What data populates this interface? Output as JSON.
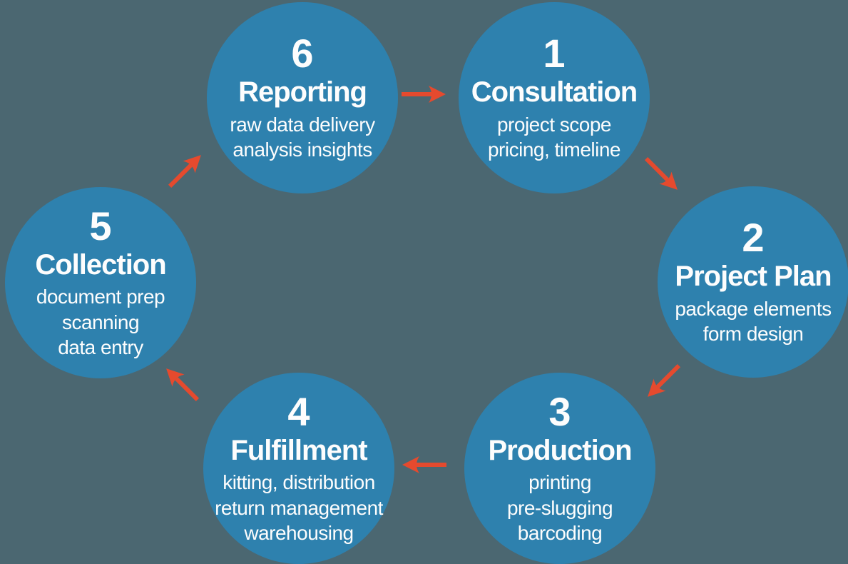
{
  "colors": {
    "background": "#4b6771",
    "circle": "#2e81ae",
    "text": "#fdfdfd",
    "arrow": "#e54a2e"
  },
  "steps": [
    {
      "number": "1",
      "title": "Consultation",
      "lines": [
        "project scope",
        "pricing, timeline"
      ]
    },
    {
      "number": "2",
      "title": "Project Plan",
      "lines": [
        "package elements",
        "form design"
      ]
    },
    {
      "number": "3",
      "title": "Production",
      "lines": [
        "printing",
        "pre-slugging",
        "barcoding"
      ]
    },
    {
      "number": "4",
      "title": "Fulfillment",
      "lines": [
        "kitting, distribution",
        "return management",
        "warehousing"
      ]
    },
    {
      "number": "5",
      "title": "Collection",
      "lines": [
        "document prep",
        "scanning",
        "data entry"
      ]
    },
    {
      "number": "6",
      "title": "Reporting",
      "lines": [
        "raw data delivery",
        "analysis insights"
      ]
    }
  ],
  "arrows": [
    {
      "from": "6",
      "to": "1"
    },
    {
      "from": "1",
      "to": "2"
    },
    {
      "from": "2",
      "to": "3"
    },
    {
      "from": "3",
      "to": "4"
    },
    {
      "from": "4",
      "to": "5"
    },
    {
      "from": "5",
      "to": "6"
    }
  ]
}
